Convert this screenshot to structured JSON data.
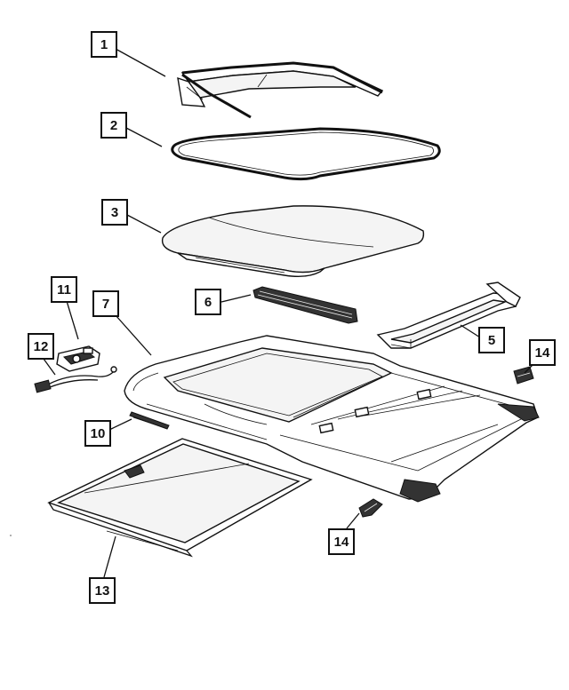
{
  "diagram": {
    "callouts": [
      {
        "id": "1",
        "label": "1"
      },
      {
        "id": "2",
        "label": "2"
      },
      {
        "id": "3",
        "label": "3"
      },
      {
        "id": "5",
        "label": "5"
      },
      {
        "id": "6",
        "label": "6"
      },
      {
        "id": "7",
        "label": "7"
      },
      {
        "id": "10",
        "label": "10"
      },
      {
        "id": "11",
        "label": "11"
      },
      {
        "id": "12",
        "label": "12"
      },
      {
        "id": "13",
        "label": "13"
      },
      {
        "id": "14a",
        "label": "14"
      },
      {
        "id": "14b",
        "label": "14"
      }
    ],
    "colors": {
      "ink": "#111111",
      "background": "#ffffff",
      "glass": "#f4f4f4"
    }
  }
}
